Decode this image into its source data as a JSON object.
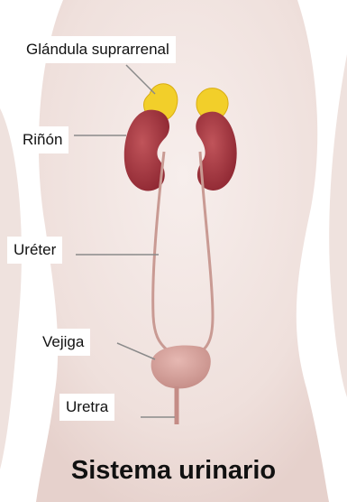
{
  "labels": {
    "adrenal_gland": "Glándula suprarrenal",
    "kidney": "Riñón",
    "ureter": "Uréter",
    "bladder": "Vejiga",
    "urethra": "Uretra"
  },
  "caption": "Sistema urinario",
  "colors": {
    "body": "#f3e7e4",
    "kidney": "#a3333a",
    "adrenal_gland": "#f2cf2a",
    "ureter": "#c99a93",
    "bladder": "#d9a39e",
    "leader_line": "#8a8a8a"
  }
}
